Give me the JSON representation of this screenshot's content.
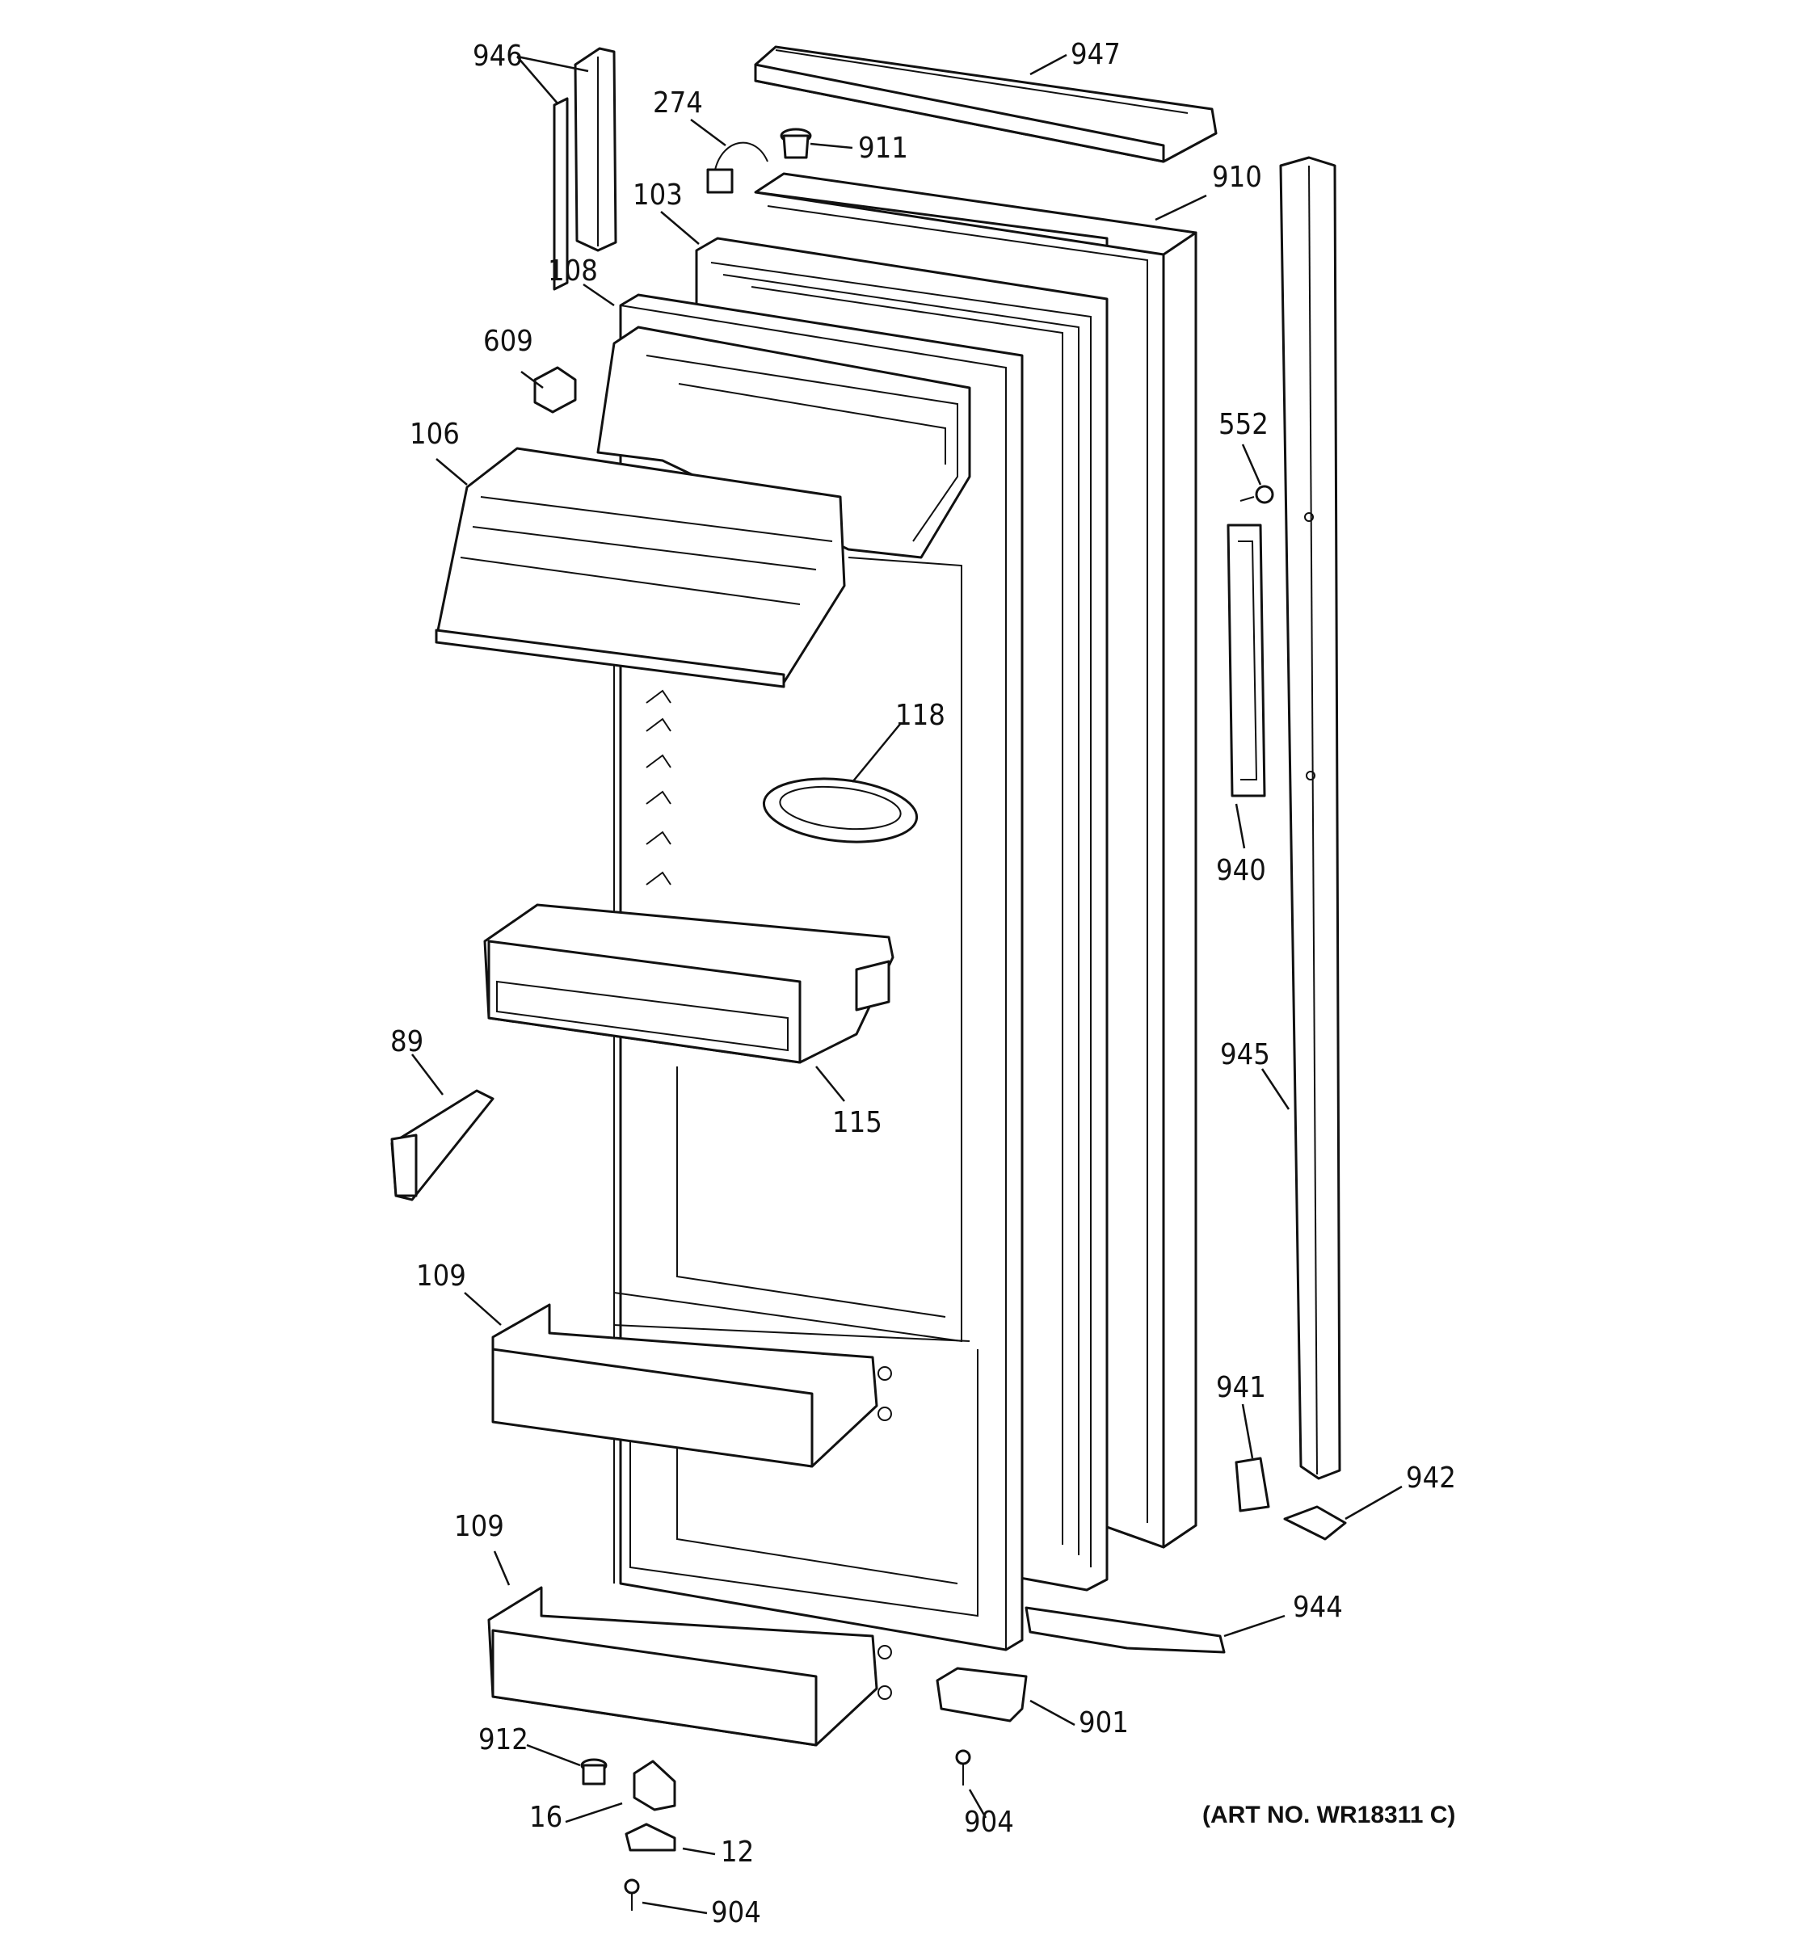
{
  "art_number": "(ART NO. WR18311 C)",
  "labels": {
    "p946": "946",
    "p947": "947",
    "p274": "274",
    "p911": "911",
    "p103": "103",
    "p910": "910",
    "p108": "108",
    "p609": "609",
    "p106": "106",
    "p552": "552",
    "p118": "118",
    "p940": "940",
    "p89": "89",
    "p115": "115",
    "p945": "945",
    "p109a": "109",
    "p941": "941",
    "p942": "942",
    "p109b": "109",
    "p944": "944",
    "p901": "901",
    "p912": "912",
    "p16": "16",
    "p904a": "904",
    "p12": "12",
    "p904b": "904"
  }
}
